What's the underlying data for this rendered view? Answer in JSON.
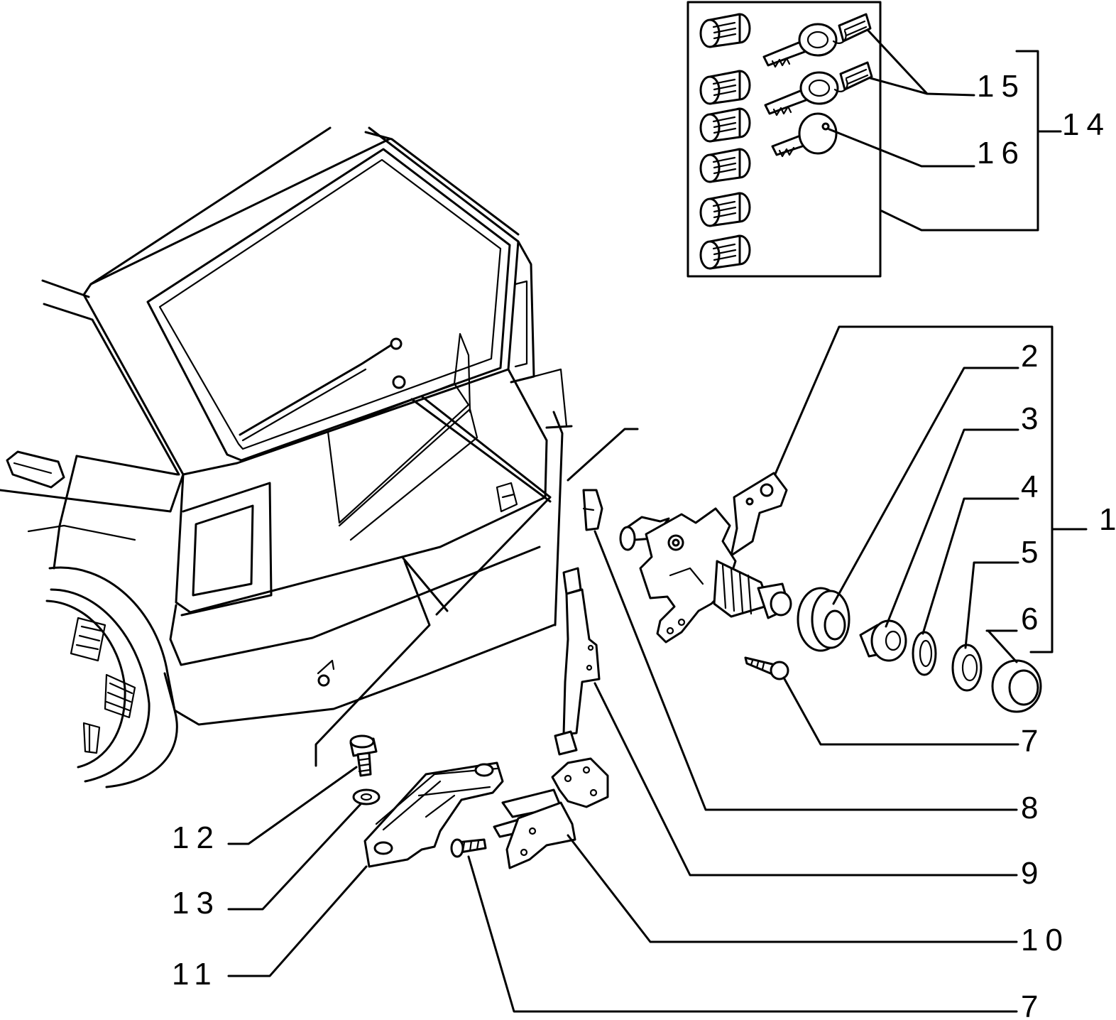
{
  "callouts": {
    "c1": "1",
    "c2": "2",
    "c3": "3",
    "c4": "4",
    "c5": "5",
    "c6": "6",
    "c7a": "7",
    "c8": "8",
    "c9": "9",
    "c10": "10",
    "c7b": "7",
    "c11": "11",
    "c12": "12",
    "c13": "13",
    "c14": "14",
    "c15": "15",
    "c16": "16"
  }
}
